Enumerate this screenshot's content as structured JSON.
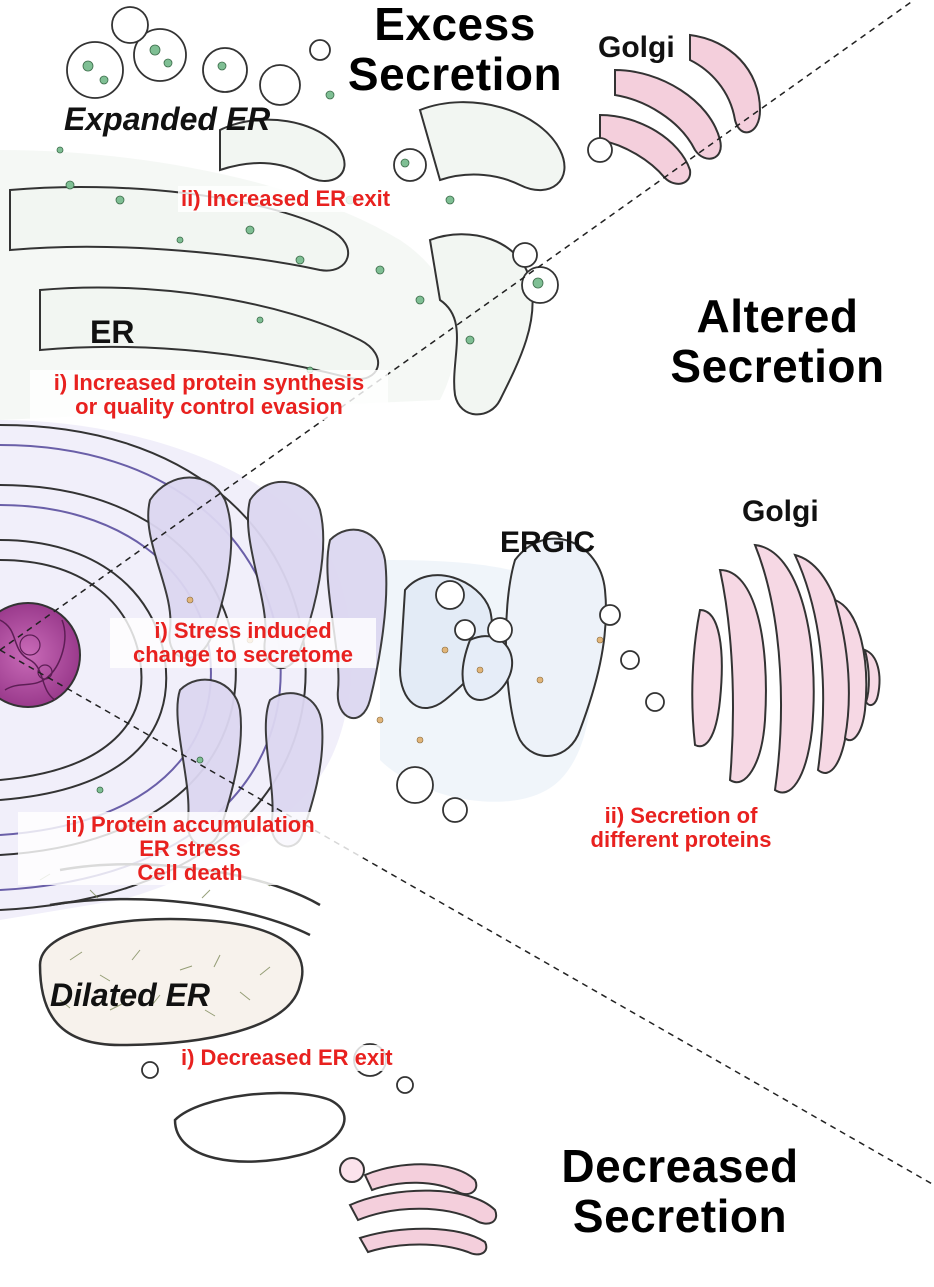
{
  "colors": {
    "heading": "#000000",
    "annotation": "#e8211f",
    "divider": "#222222",
    "outline": "#333333",
    "er_fill": "#d6d2ef",
    "golgi_fill": "#f4cfdc",
    "nucleus_fill": "#b44ca3",
    "vesicle_fill": "#7fbf94"
  },
  "headings": {
    "excess_line1": "Excess",
    "excess_line2": "Secretion",
    "altered_line1": "Altered",
    "altered_line2": "Secretion",
    "decreased_line1": "Decreased",
    "decreased_line2": "Secretion"
  },
  "organelles": {
    "golgi_top": "Golgi",
    "expanded_er": "Expanded ER",
    "er": "ER",
    "ergic": "ERGIC",
    "golgi_mid": "Golgi",
    "dilated_er": "Dilated ER"
  },
  "annotations": {
    "increased_exit": "ii) Increased ER exit",
    "synthesis_line1": "i) Increased protein synthesis",
    "synthesis_line2": "or quality control evasion",
    "stress_line1": "i) Stress induced",
    "stress_line2": "change to secretome",
    "accum_line1": "ii) Protein accumulation",
    "accum_line2": "ER stress",
    "accum_line3": "Cell death",
    "different_line1": "ii) Secretion of",
    "different_line2": "different proteins",
    "decreased_exit": "i) Decreased ER exit"
  }
}
